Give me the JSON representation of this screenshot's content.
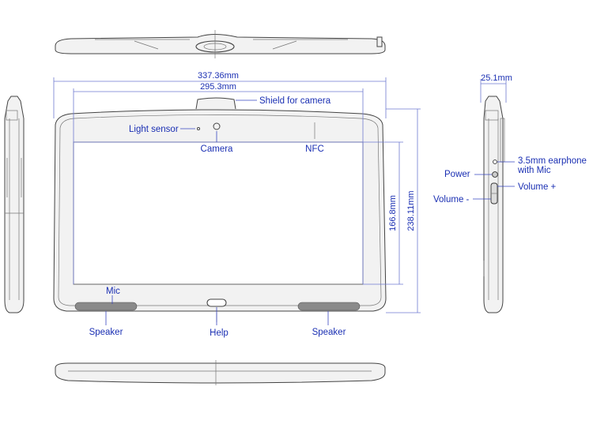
{
  "labels": {
    "shield_for_camera": "Shield for camera",
    "light_sensor": "Light sensor",
    "camera": "Camera",
    "nfc": "NFC",
    "mic": "Mic",
    "speaker_left": "Speaker",
    "help": "Help",
    "speaker_right": "Speaker",
    "earphone_line1": "3.5mm earphone",
    "earphone_line2": "with Mic",
    "power": "Power",
    "volume_plus": "Volume +",
    "volume_minus": "Volume -"
  },
  "dimensions": {
    "overall_width": "337.36mm",
    "screen_width": "295.3mm",
    "screen_height": "166.8mm",
    "overall_height": "238.11mm",
    "depth": "25.1mm"
  }
}
